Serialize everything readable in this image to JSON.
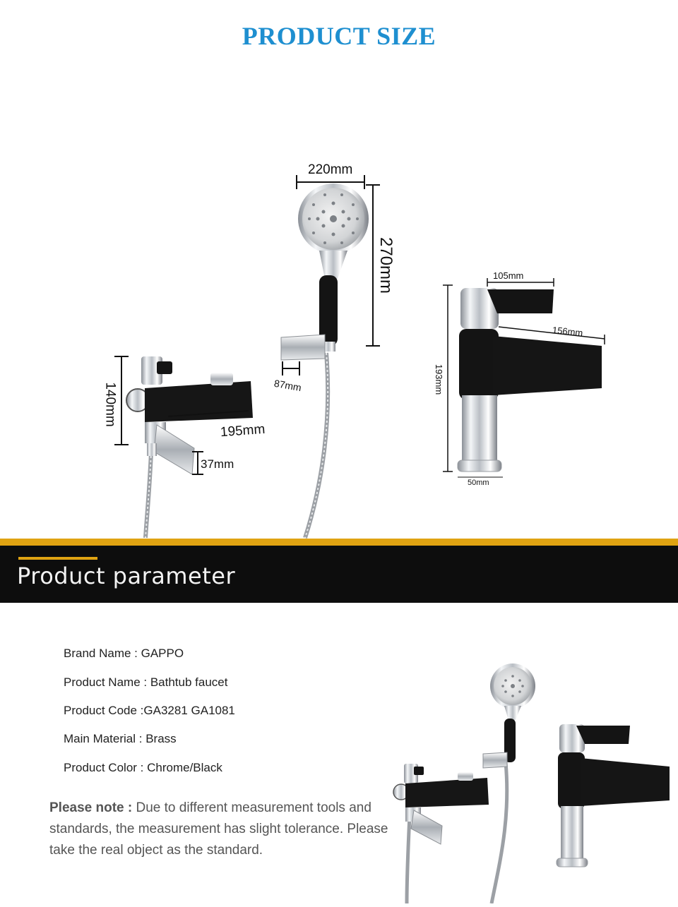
{
  "header": {
    "title": "PRODUCT SIZE"
  },
  "dimensions": {
    "shower_head_width": "220mm",
    "shower_head_length": "270mm",
    "holder_width": "87mm",
    "wall_faucet_height": "140mm",
    "wall_faucet_spout_length": "195mm",
    "wall_faucet_spout_height": "37mm",
    "basin_handle_length": "105mm",
    "basin_spout_length": "156mm",
    "basin_height": "193mm",
    "basin_base": "50mm"
  },
  "section": {
    "title": "Product parameter"
  },
  "parameters": [
    {
      "text": "Brand Name : GAPPO"
    },
    {
      "text": "Product Name : Bathtub faucet"
    },
    {
      "text": "Product Code :GA3281  GA1081"
    },
    {
      "text": "Main Material : Brass"
    },
    {
      "text": "Product Color : Chrome/Black"
    }
  ],
  "note": {
    "label": "Please note :",
    "text": " Due to different measurement tools and standards, the measurement has slight tolerance. Please take the real object as the standard."
  },
  "colors": {
    "title_blue": "#1e8fd0",
    "accent_gold": "#e0a312",
    "band_black": "#0d0d0d"
  }
}
